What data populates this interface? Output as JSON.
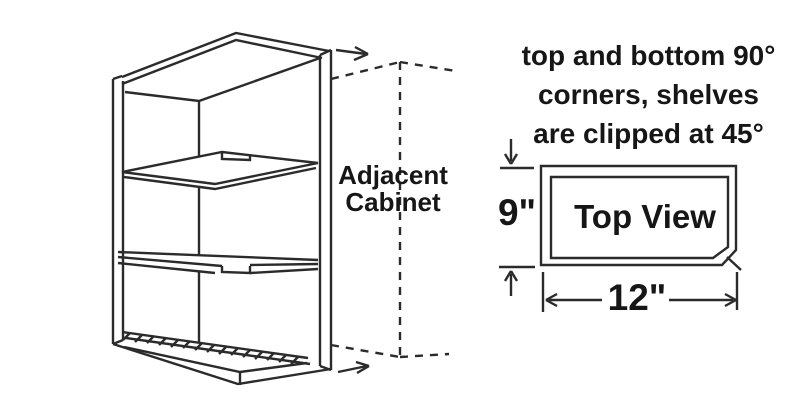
{
  "note": {
    "line1": "top and bottom 90°",
    "line2": "corners, shelves",
    "line3": "are clipped at 45°"
  },
  "adjacent_cabinet_label": {
    "line1": "Adjacent",
    "line2": "Cabinet"
  },
  "top_view": {
    "label": "Top View",
    "height_dim": "9\"",
    "width_dim": "12\""
  },
  "colors": {
    "background": "#ffffff",
    "line": "#2b2b2b",
    "text": "#161616"
  }
}
